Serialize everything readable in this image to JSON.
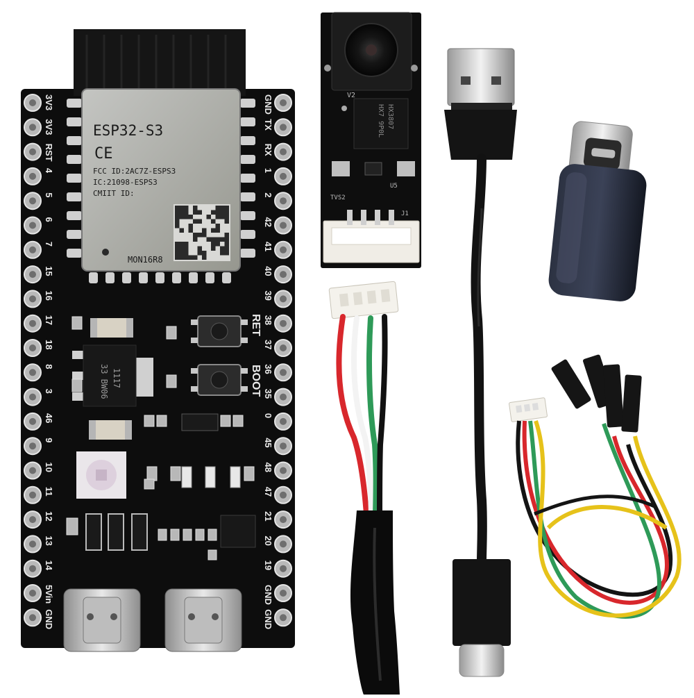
{
  "board": {
    "module_model": "ESP32-S3",
    "ce_mark": "CE",
    "fcc_id": "FCC ID:2AC7Z-ESPS3",
    "ic_id": "IC:21098-ESPS3",
    "cmiit_id": "CMIIT ID:",
    "module_code": "MON16R8",
    "regulator_marking_1": "1117",
    "regulator_marking_2": "33 BW06",
    "button_reset_label": "RET",
    "button_boot_label": "BOOT",
    "left_pins": [
      "3V3",
      "3V3",
      "RST",
      "4",
      "5",
      "6",
      "7",
      "15",
      "16",
      "17",
      "18",
      "8",
      "3",
      "46",
      "9",
      "10",
      "11",
      "12",
      "13",
      "14",
      "5Vin",
      "GND"
    ],
    "right_pins": [
      "GND",
      "TX",
      "RX",
      "1",
      "2",
      "42",
      "41",
      "40",
      "39",
      "38",
      "37",
      "36",
      "35",
      "0",
      "45",
      "48",
      "47",
      "21",
      "20",
      "19",
      "GND",
      "GND"
    ]
  },
  "camera": {
    "chip_marking_1": "HX3807",
    "chip_marking_2": "HX7 9P0L",
    "label_v2": "V2",
    "label_tvs2": "TVS2",
    "label_u5": "U5",
    "label_j1": "J1"
  },
  "colors": {
    "pcb": "#0d0d0d",
    "module_shield": "#a8a9a6",
    "wire_red": "#d8272c",
    "wire_green": "#2e9a58",
    "wire_yellow": "#e6c21a",
    "adapter": "#1d2230"
  }
}
